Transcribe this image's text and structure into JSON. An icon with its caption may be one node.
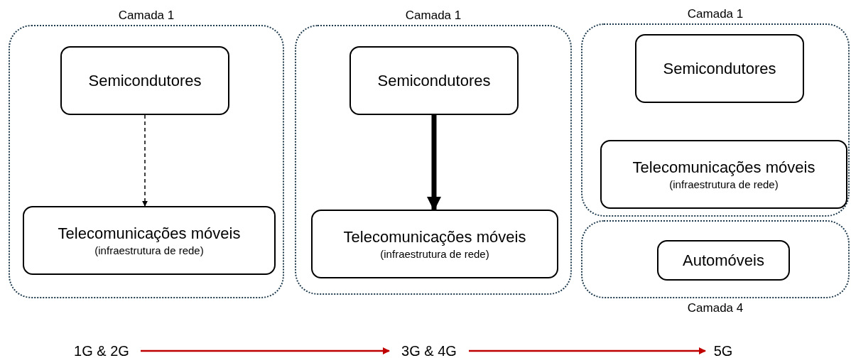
{
  "diagram": {
    "nodes": [
      {
        "text": [
          "Camada 1"
        ]
      },
      {
        "text": [
          "Semicondutores"
        ],
        "in": 0
      },
      {
        "text": [
          "Telecomunicações móveis",
          "(infraestrutura de rede)"
        ],
        "in": 0
      },
      {
        "text": [
          "Camada 1"
        ]
      },
      {
        "text": [
          "Semicondutores"
        ],
        "in": 3
      },
      {
        "text": [
          "Telecomunicações móveis",
          "(infraestrutura de rede)"
        ],
        "in": 3
      },
      {
        "text": [
          "Camada 1"
        ]
      },
      {
        "text": [
          "Semicondutores"
        ],
        "in": 6
      },
      {
        "text": [
          "Telecomunicações móveis",
          "(infraestrutura de rede)"
        ],
        "in": 6
      },
      {
        "text": [
          "Camada 4"
        ]
      },
      {
        "text": [
          "Automóveis"
        ],
        "in": 9
      },
      {
        "text": [
          "1G & 2G"
        ]
      },
      {
        "text": [
          "3G & 4G"
        ]
      },
      {
        "text": [
          "5G"
        ]
      }
    ],
    "edges": [
      {
        "from": 1,
        "to": 2,
        "arrow": "to",
        "style": "dashed"
      },
      {
        "from": 4,
        "to": 5,
        "arrow": "to",
        "style": "thick"
      },
      {
        "from": 11,
        "to": 12,
        "arrow": "to",
        "color": "#c00000"
      },
      {
        "from": 12,
        "to": 13,
        "arrow": "to",
        "color": "#c00000"
      }
    ]
  }
}
